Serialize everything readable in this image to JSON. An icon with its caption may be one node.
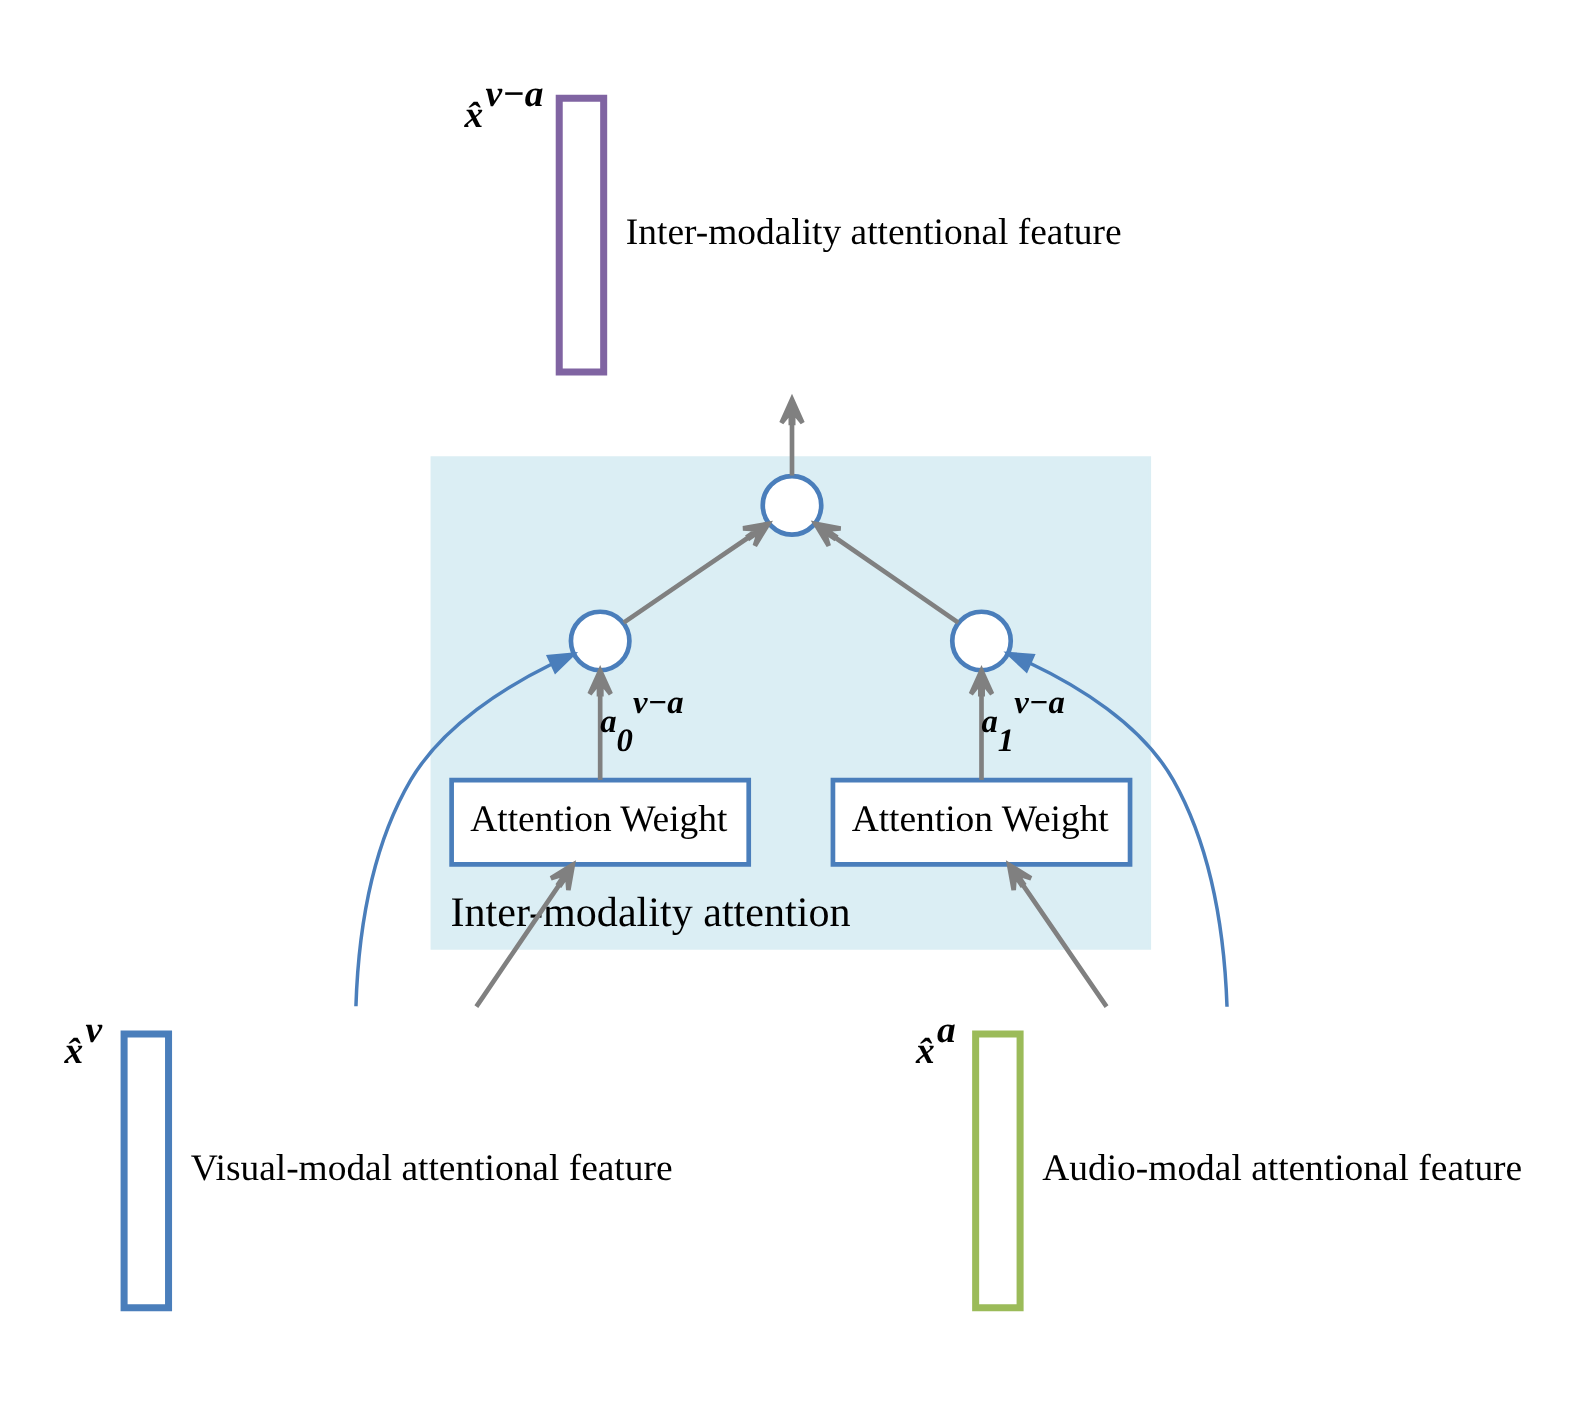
{
  "diagram": {
    "nodes": [
      {
        "text": [
          "Inter-modality attention"
        ]
      },
      {
        "text": [],
        "shape": "circle",
        "in": 0
      },
      {
        "text": [
          "Attention Weight"
        ],
        "in": 0
      },
      {
        "text": [],
        "shape": "circle",
        "in": 0
      },
      {
        "text": [],
        "shape": "circle",
        "in": 0
      },
      {
        "text": [
          "Attention Weight"
        ],
        "in": 0
      },
      {
        "text": [],
        "shape": "bar",
        "beside": [
          "x̂$^{v−a}$",
          "Inter-modality attentional feature"
        ]
      },
      {
        "text": [],
        "shape": "bar",
        "beside": [
          "x̂$^{v}$",
          "Visual-modal attentional feature"
        ]
      },
      {
        "text": [],
        "shape": "bar",
        "beside": [
          "x̂$^{a}$",
          "Audio-modal attentional feature"
        ]
      }
    ],
    "edges": [
      {
        "from": 7,
        "to": 2,
        "arrow": "to"
      },
      {
        "from": 7,
        "to": 1,
        "arrow": "to",
        "color": "#4a7ebb"
      },
      {
        "from": 2,
        "to": 1,
        "arrow": "to",
        "label": "a$_{0}$$^{v−a}$"
      },
      {
        "from": 8,
        "to": 5,
        "arrow": "to"
      },
      {
        "from": 8,
        "to": 4,
        "arrow": "to",
        "color": "#4a7ebb"
      },
      {
        "from": 5,
        "to": 4,
        "arrow": "to",
        "label": "a$_{1}$$^{v−a}$"
      },
      {
        "from": 1,
        "to": 3,
        "arrow": "to"
      },
      {
        "from": 4,
        "to": 3,
        "arrow": "to"
      },
      {
        "from": 3,
        "to": 6,
        "arrow": "to"
      }
    ]
  }
}
